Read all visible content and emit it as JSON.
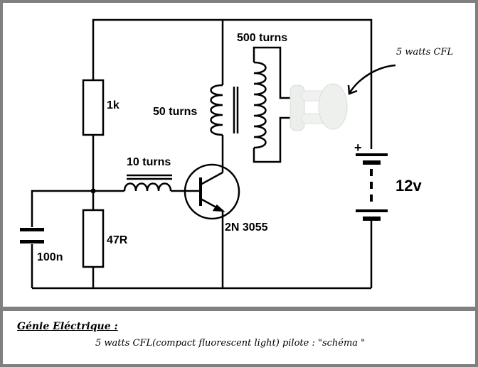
{
  "labels": {
    "primary_secondary_turns": "500 turns",
    "primary_turns": "50 turns",
    "base_coil_turns": "10 turns",
    "r1": "1k",
    "r2": "47R",
    "capacitor": "100n",
    "transistor": "2N 3055",
    "battery_voltage": "12v",
    "battery_plus": "+",
    "lamp": "5 watts CFL"
  },
  "caption": {
    "title": "Génie Eléctrique :",
    "text": "5 watts CFL(compact fluorescent light) pilote : \"schéma \""
  },
  "colors": {
    "frame": "#808080",
    "wire": "#000000",
    "lamp": "#e8ece8"
  }
}
